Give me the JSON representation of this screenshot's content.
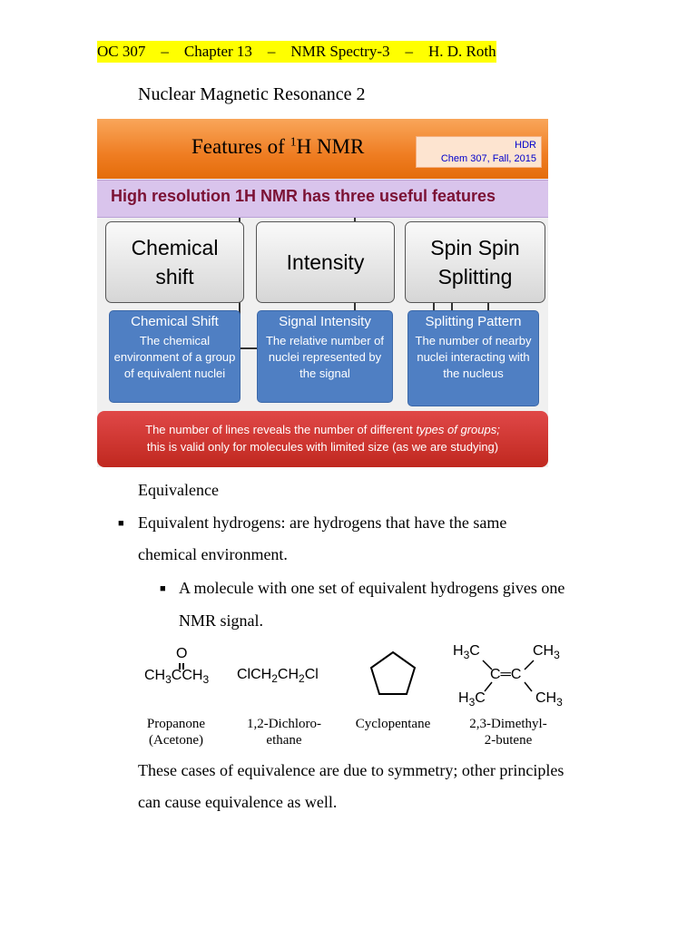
{
  "header": "OC 307    –    Chapter 13    –    NMR Spectry-3    –    H. D. Roth",
  "subtitle": "Nuclear Magnetic Resonance 2",
  "slide": {
    "title_prefix": "Features of ",
    "title_sup": "1",
    "title_suffix": "H NMR",
    "credit_line1": "HDR",
    "credit_line2": "Chem 307, Fall, 2015",
    "features_heading": "High resolution 1H NMR has three useful features",
    "gray_boxes": [
      "Chemical shift",
      "Intensity",
      "Spin Spin Splitting"
    ],
    "blue_boxes": [
      {
        "head": "Chemical Shift",
        "body": "The chemical environment of a group of equivalent nuclei"
      },
      {
        "head": "Signal Intensity",
        "body": "The relative number of nuclei represented by the signal"
      },
      {
        "head": "Splitting Pattern",
        "body": "The number of nearby nuclei interacting with the nucleus"
      }
    ],
    "red_line1_a": "The number of lines reveals the number of different ",
    "red_line1_b": "types of groups;",
    "red_line2": "this is valid only for molecules with limited size (as we are studying)"
  },
  "equivalence_heading": "Equivalence",
  "bullet1_line1": "Equivalent hydrogens: are hydrogens that have the same",
  "bullet1_line2": "chemical environment.",
  "bullet2_line1": "A molecule with one set of equivalent hydrogens gives one",
  "bullet2_line2": "NMR signal.",
  "molecules": [
    {
      "name_line1": "Propanone",
      "name_line2": "(Acetone)"
    },
    {
      "name_line1": "1,2-Dichloro-",
      "name_line2": "ethane"
    },
    {
      "name_line1": "Cyclopentane",
      "name_line2": ""
    },
    {
      "name_line1": "2,3-Dimethyl-",
      "name_line2": "2-butene"
    }
  ],
  "closing_line1": "These cases of equivalence are due to symmetry; other principles",
  "closing_line2": "can cause equivalence as well."
}
